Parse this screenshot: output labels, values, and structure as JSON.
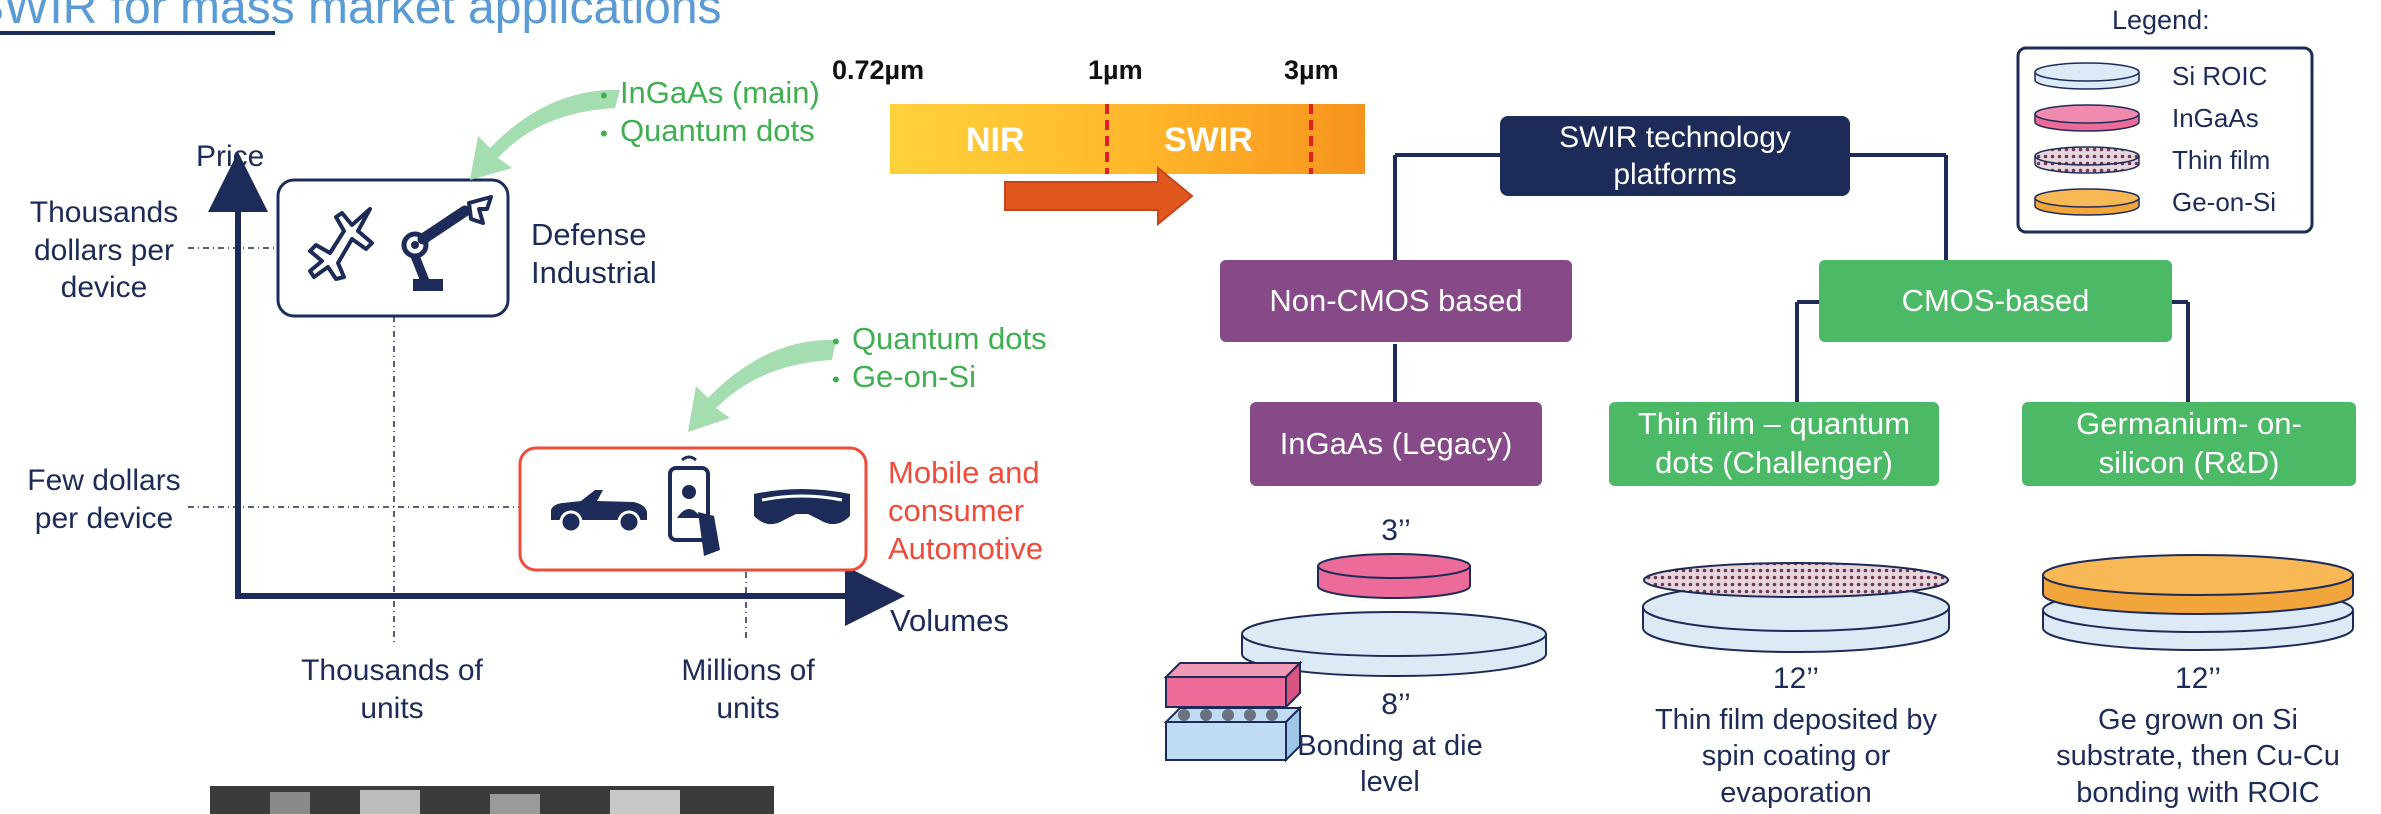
{
  "colors": {
    "title": "#5b9bd5",
    "navy": "#1d2b59",
    "green": "#4cb966",
    "green_text": "#3fb050",
    "purple": "#874a88",
    "red_text": "#ef4c3c",
    "arrow_green": "#a4ddb0",
    "orange_arrow": "#e0581e",
    "ingaas": "#ec6b99",
    "ge": "#f2a53a",
    "si": "#dceaf6"
  },
  "header": {
    "title": "SWIR for mass market applications"
  },
  "price_chart": {
    "y_label": "Price",
    "x_label": "Volumes",
    "y_ticks": [
      "Thousands dollars per device",
      "Few dollars per device"
    ],
    "x_ticks": [
      "Thousands of units",
      "Millions of units"
    ],
    "defense": {
      "label_line1": "Defense",
      "label_line2": "Industrial",
      "bullets": [
        "InGaAs (main)",
        "Quantum dots"
      ],
      "icons": [
        "fighter-jet-icon",
        "robot-arm-icon"
      ]
    },
    "mobile": {
      "label_line1": "Mobile and",
      "label_line2": "consumer",
      "label_line3": "Automotive",
      "bullets": [
        "Quantum dots",
        "Ge-on-Si"
      ],
      "icons": [
        "car-icon",
        "smartphone-face-id-icon",
        "vr-headset-icon"
      ]
    }
  },
  "spectrum": {
    "ticks": [
      "0.72µm",
      "1µm",
      "3µm"
    ],
    "bands": [
      "NIR",
      "SWIR"
    ]
  },
  "tree": {
    "root": "SWIR technology platforms",
    "non_cmos": "Non-CMOS based",
    "cmos": "CMOS-based",
    "ingaas": "InGaAs (Legacy)",
    "thin_film": "Thin film – quantum dots (Challenger)",
    "germanium": "Germanium- on-silicon (R&D)"
  },
  "wafers": {
    "ingaas_top": "3’’",
    "ingaas_bottom": "8’’",
    "ingaas_note": "Bonding at die level",
    "thin_film_size": "12’’",
    "thin_film_note": "Thin film deposited by spin coating or evaporation",
    "ge_size": "12’’",
    "ge_note": "Ge grown on Si substrate, then Cu-Cu bonding with ROIC"
  },
  "legend": {
    "title": "Legend:",
    "items": [
      {
        "label": "Si ROIC",
        "color": "#dceaf6"
      },
      {
        "label": "InGaAs",
        "color": "#ec6b99"
      },
      {
        "label": "Thin film",
        "color": "#d9c5cc"
      },
      {
        "label": "Ge-on-Si",
        "color": "#f2a53a"
      }
    ]
  }
}
